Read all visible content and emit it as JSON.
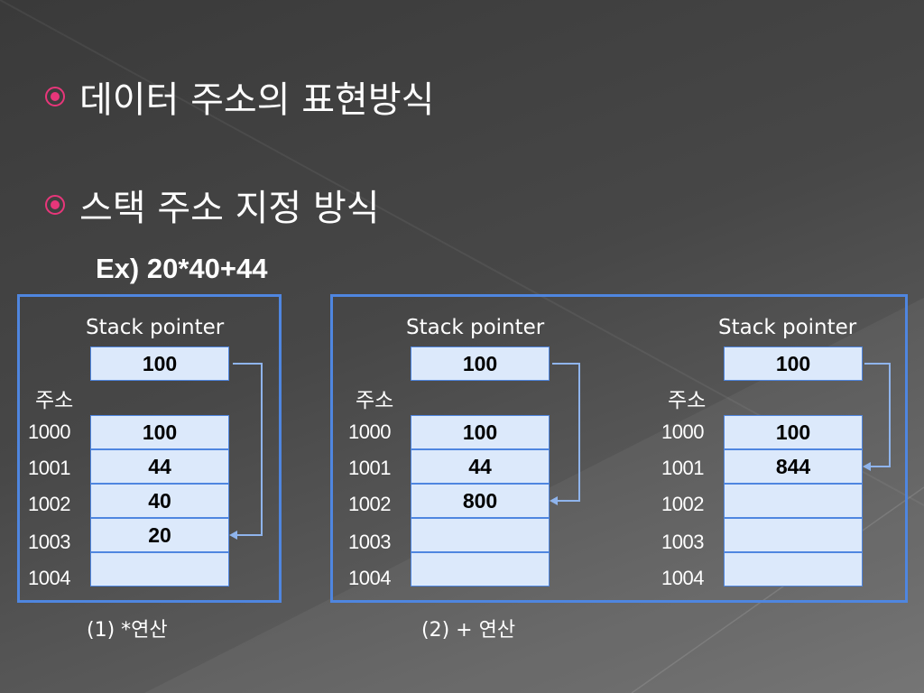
{
  "bullets": [
    "데이터 주소의 표현방식",
    "스택 주소 지정 방식"
  ],
  "example": "Ex)  20*40+44",
  "stack_label": "Stack pointer",
  "address_label": "주소",
  "addresses": [
    "1000",
    "1001",
    "1002",
    "1003",
    "1004"
  ],
  "stacks": [
    {
      "pointer": "100",
      "cells": [
        "100",
        "44",
        "40",
        "20",
        ""
      ]
    },
    {
      "pointer": "100",
      "cells": [
        "100",
        "44",
        "800",
        "",
        ""
      ]
    },
    {
      "pointer": "100",
      "cells": [
        "100",
        "844",
        "",
        "",
        ""
      ]
    }
  ],
  "captions": [
    "(1) *연산",
    "(2) + 연산"
  ],
  "colors": {
    "bullet": "#e8367a",
    "frame": "#4f86e0",
    "cell_fill": "#dce9fb"
  }
}
